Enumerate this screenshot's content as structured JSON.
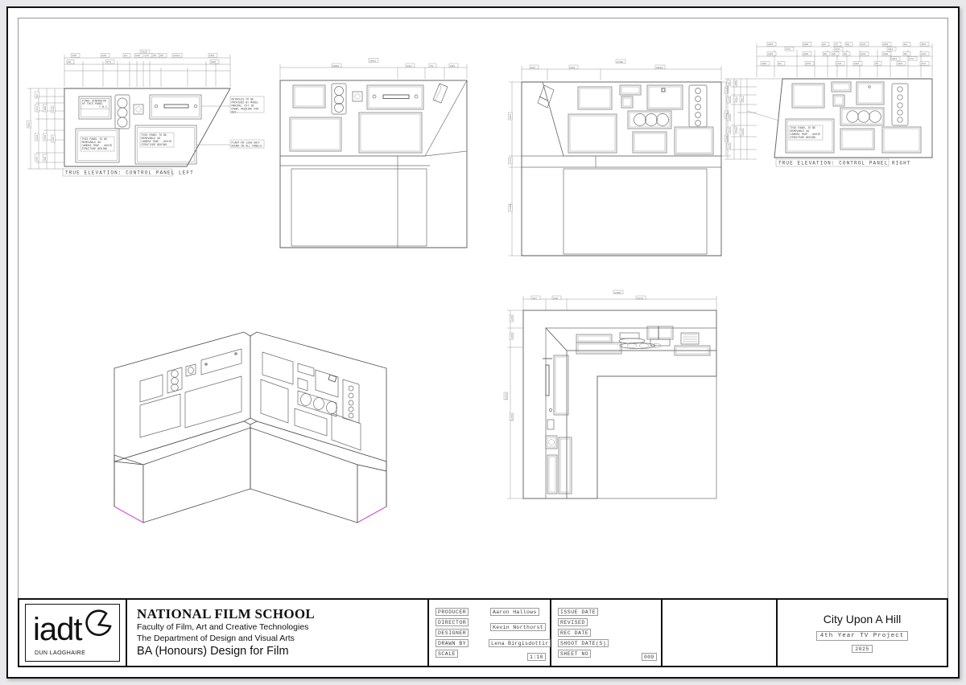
{
  "sheet": {
    "kind": "cad-drawing-sheet",
    "views": [
      {
        "id": "control-panel-left",
        "label": "TRUE ELEVATION: CONTROL PANEL LEFT",
        "notes": [
          "FINAL DIMENSION OF THIS PANEL T.B.C.",
          "THIS PANEL TO BE REMOVABLE AS CAMERA TRAP - AVOID STRUCTURE BEHIND.",
          "THIS PANEL TO BE REMOVABLE AS CAMERA TRAP - AVOID STRUCTURE BEHIND.",
          "KEYHOLES TO BE PROVIDED BY MODEL MAKING, CUT IN PANEL REQUIRE FOR KEY.",
          "PLANT-ON 12mm HALF ROUND ON ALL PANELS"
        ],
        "top_dimensions": [
          "130",
          "246",
          "24",
          "136",
          "72",
          "45",
          "55",
          "1413",
          "1424",
          "103",
          "1241",
          "169",
          "88",
          "371"
        ],
        "left_dimensions": [
          "62",
          "88",
          "212",
          "200",
          "116",
          "75",
          "205",
          "418",
          "478",
          "345",
          "75",
          "90",
          "952"
        ]
      },
      {
        "id": "elevation-front-left",
        "label": "",
        "top_dimensions": [
          "1801",
          "1083",
          "244",
          "75",
          "183"
        ]
      },
      {
        "id": "elevation-front-right",
        "label": "",
        "top_dimensions": [
          "1700",
          "167",
          "441",
          "1044"
        ],
        "left_dimensions": [
          "884",
          "144",
          "1100",
          "188"
        ],
        "right_dimensions": [
          "216",
          "188",
          "846",
          "260",
          "140"
        ]
      },
      {
        "id": "control-panel-right",
        "label": "TRUE ELEVATION: CONTROL PANEL RIGHT",
        "notes": [
          "THIS PANEL TO BE REMOVABLE AS CAMERA TRAP - AVOID STRUCTURE BEHIND."
        ],
        "top_dimensions": [
          "103",
          "180",
          "21",
          "77",
          "20",
          "213",
          "106",
          "62",
          "152",
          "121",
          "172",
          "104",
          "280",
          "80",
          "86",
          "88",
          "223",
          "108",
          "62",
          "142",
          "188",
          "61",
          "104",
          "470",
          "115",
          "103",
          "45",
          "103",
          "174",
          "211"
        ],
        "left_dimensions": [
          "48",
          "200",
          "62",
          "118",
          "52",
          "96",
          "62",
          "198",
          "413",
          "412",
          "116",
          "106",
          "114"
        ]
      },
      {
        "id": "plan-view",
        "label": "",
        "top_dimensions": [
          "1700",
          "167",
          "248",
          "1370"
        ],
        "left_dimensions": [
          "188",
          "188",
          "1831",
          "1395"
        ]
      },
      {
        "id": "isometric-view",
        "label": ""
      }
    ]
  },
  "title_block": {
    "logo": {
      "word": "iadt",
      "subtitle": "DUN LAOGHAIRE",
      "icon": "iadt-arc-logo"
    },
    "school": {
      "name": "NATIONAL FILM SCHOOL",
      "faculty": "Faculty of Film, Art and Creative Technologies",
      "department": "The Department of Design and Visual Arts",
      "degree": "BA (Honours) Design for Film"
    },
    "crew": {
      "fields": [
        "PRODUCER",
        "DIRECTOR",
        "DESIGNER",
        "DRAWN BY",
        "SCALE"
      ],
      "values": {
        "producer": "Aaron Hallows",
        "director": "Kevin Northorst",
        "designer": "",
        "drawn_by": "Lena Birgisdottir",
        "scale": "1:10"
      }
    },
    "dates": {
      "fields": [
        "ISSUE DATE",
        "REVISED",
        "REC DATE",
        "SHOOT DATE(S)",
        "SHEET NO"
      ],
      "values": {
        "issue_date": "",
        "revised": "",
        "rec_date": "",
        "shoot_dates": "",
        "sheet_no": "009"
      }
    },
    "project": {
      "title": "City Upon A Hill",
      "subtitle": "4th Year TV Project",
      "year": "2025"
    }
  }
}
